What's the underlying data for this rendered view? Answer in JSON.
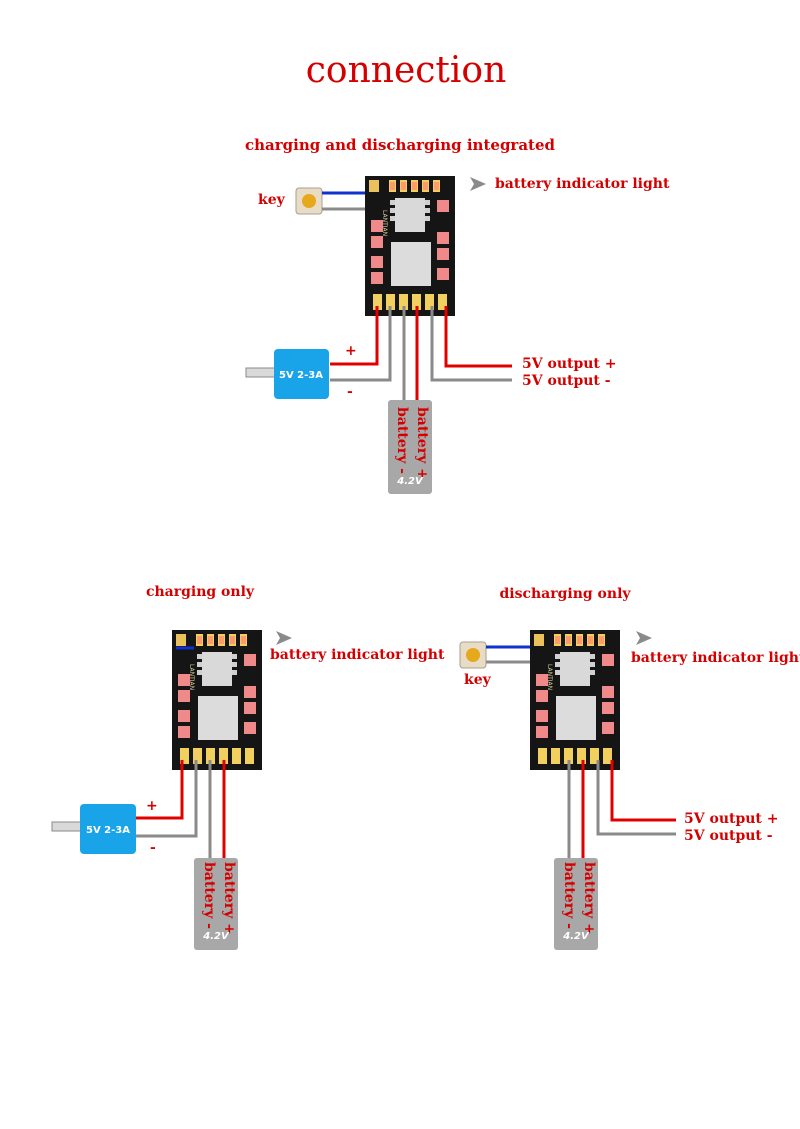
{
  "title": "connection",
  "diagrams": [
    {
      "heading": "charging and discharging integrated",
      "key_label": "key",
      "indicator_label": "battery indicator light",
      "adapter_label": "5V 2-3A",
      "plus": "+",
      "minus": "-",
      "output_plus": "5V output +",
      "output_minus": "5V output -",
      "battery_plus": "battery +",
      "battery_minus": "battery -",
      "battery_voltage": "4.2V",
      "board_mark": "LANTIAN"
    },
    {
      "heading": "charging only",
      "indicator_label": "battery indicator light",
      "adapter_label": "5V 2-3A",
      "plus": "+",
      "minus": "-",
      "battery_plus": "battery +",
      "battery_minus": "battery -",
      "battery_voltage": "4.2V",
      "board_mark": "LANTIAN"
    },
    {
      "heading": "discharging only",
      "key_label": "key",
      "indicator_label": "battery indicator light",
      "output_plus": "5V output +",
      "output_minus": "5V output -",
      "battery_plus": "battery +",
      "battery_minus": "battery -",
      "battery_voltage": "4.2V",
      "board_mark": "LANTIAN"
    }
  ],
  "colors": {
    "label_red": "#d40000",
    "wire_red": "#e00000",
    "wire_gray": "#8a8a8a",
    "wire_blue": "#1030d0",
    "adapter_blue": "#19a3e8",
    "battery_gray": "#a8a8a8",
    "pcb_black": "#151515"
  }
}
